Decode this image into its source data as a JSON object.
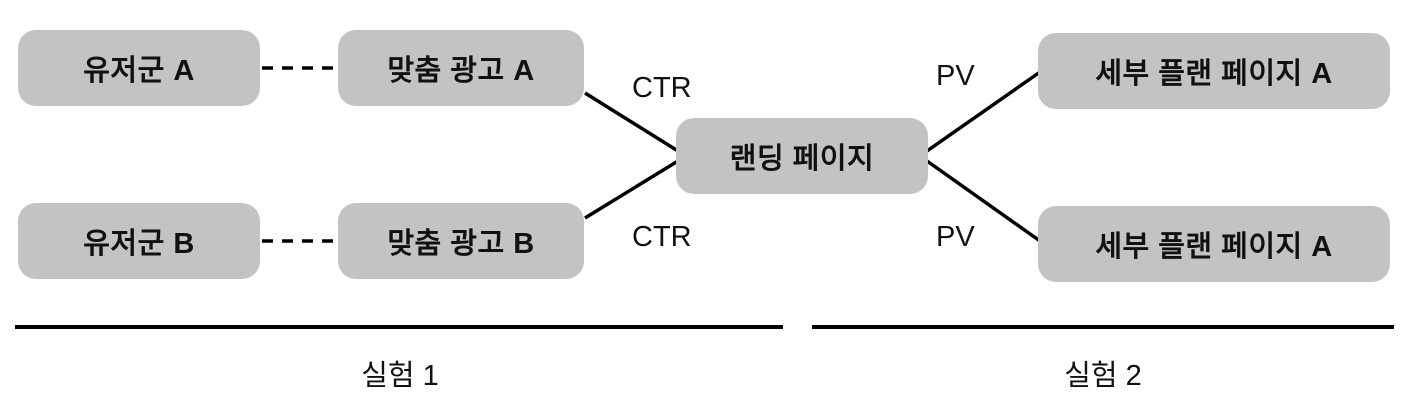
{
  "diagram": {
    "nodes": {
      "user_a": {
        "label": "유저군 A"
      },
      "ad_a": {
        "label": "맞춤 광고 A"
      },
      "user_b": {
        "label": "유저군 B"
      },
      "ad_b": {
        "label": "맞춤 광고 B"
      },
      "landing": {
        "label": "랜딩 페이지"
      },
      "plan_top": {
        "label": "세부 플랜 페이지 A"
      },
      "plan_bot": {
        "label": "세부 플랜 페이지 A"
      }
    },
    "edge_labels": {
      "ctr_top": "CTR",
      "ctr_bottom": "CTR",
      "pv_top": "PV",
      "pv_bottom": "PV"
    },
    "sections": {
      "experiment_1": {
        "label": "실험 1"
      },
      "experiment_2": {
        "label": "실험 2"
      }
    },
    "colors": {
      "node_fill": "#c3c3c3",
      "line": "#000000",
      "text": "#111111",
      "background": "#ffffff"
    }
  }
}
